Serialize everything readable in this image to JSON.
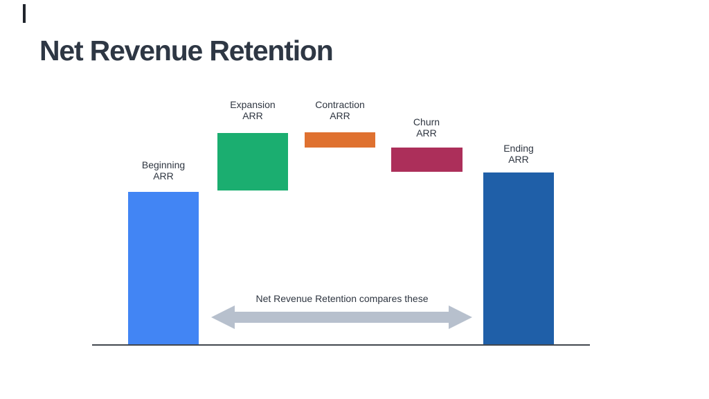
{
  "slide": {
    "title": "Net Revenue Retention",
    "background_color": "#ffffff",
    "title_color": "#2e3744"
  },
  "annotation": {
    "text": "Net Revenue Retention compares these",
    "arrow_icon": "double-headed-horizontal-arrow",
    "arrow_color": "#B7C0CD"
  },
  "bars": [
    {
      "name": "Beginning ARR",
      "line1": "Beginning",
      "line2": "ARR",
      "color": "#4285F4"
    },
    {
      "name": "Expansion ARR",
      "line1": "Expansion",
      "line2": "ARR",
      "color": "#1BAE70"
    },
    {
      "name": "Contraction ARR",
      "line1": "Contraction",
      "line2": "ARR",
      "color": "#DF7130"
    },
    {
      "name": "Churn ARR",
      "line1": "Churn",
      "line2": "ARR",
      "color": "#AC2F5A"
    },
    {
      "name": "Ending ARR",
      "line1": "Ending",
      "line2": "ARR",
      "color": "#1F5FA8"
    }
  ],
  "chart_data": {
    "type": "bar",
    "subtype": "waterfall",
    "title": "Net Revenue Retention",
    "categories": [
      "Beginning ARR",
      "Expansion ARR",
      "Contraction ARR",
      "Churn ARR",
      "Ending ARR"
    ],
    "values": [
      100,
      38,
      -10,
      -16,
      112
    ],
    "value_unit": "relative (no numeric axis labels shown)",
    "bar_colors": [
      "#4285F4",
      "#1BAE70",
      "#DF7130",
      "#AC2F5A",
      "#1F5FA8"
    ],
    "annotation": "Net Revenue Retention compares these",
    "annotation_links": [
      "Beginning ARR",
      "Ending ARR"
    ],
    "axes": {
      "x_baseline_shown": true,
      "y_axis_shown": false,
      "gridlines": false,
      "tick_labels": false
    },
    "legend": {
      "shown": false
    }
  }
}
